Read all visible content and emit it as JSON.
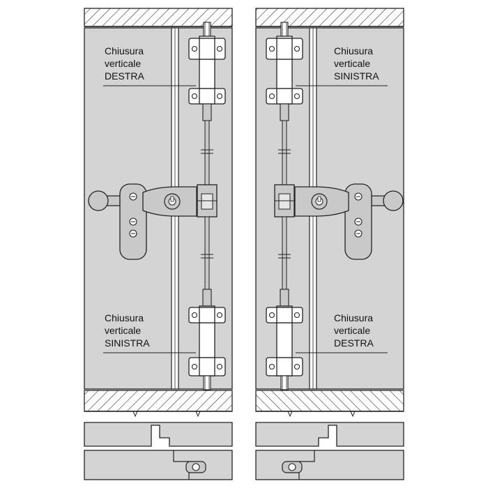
{
  "colors": {
    "door": "#d4d4d4",
    "hardware": "#c9c9c9",
    "white": "#ffffff",
    "stroke": "#222222"
  },
  "left_panel": {
    "top_label": {
      "line1": "Chiusura",
      "line2": "verticale",
      "line3": "DESTRA"
    },
    "bottom_label": {
      "line1": "Chiusura",
      "line2": "verticale",
      "line3": "SINISTRA"
    }
  },
  "right_panel": {
    "top_label": {
      "line1": "Chiusura",
      "line2": "verticale",
      "line3": "SINISTRA"
    },
    "bottom_label": {
      "line1": "Chiusura",
      "line2": "verticale",
      "line3": "DESTRA"
    }
  }
}
